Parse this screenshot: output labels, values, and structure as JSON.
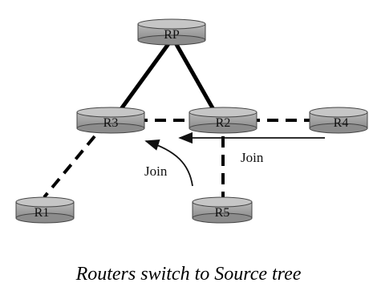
{
  "diagram": {
    "nodes": [
      {
        "id": "RP",
        "label": "RP"
      },
      {
        "id": "R3",
        "label": "R3"
      },
      {
        "id": "R2",
        "label": "R2"
      },
      {
        "id": "R4",
        "label": "R4"
      },
      {
        "id": "R1",
        "label": "R1"
      },
      {
        "id": "R5",
        "label": "R5"
      }
    ],
    "links": [
      {
        "from": "RP",
        "to": "R3",
        "style": "solid"
      },
      {
        "from": "RP",
        "to": "R2",
        "style": "solid"
      },
      {
        "from": "R3",
        "to": "R2",
        "style": "dashed"
      },
      {
        "from": "R2",
        "to": "R4",
        "style": "dashed"
      },
      {
        "from": "R3",
        "to": "R1",
        "style": "dashed"
      },
      {
        "from": "R2",
        "to": "R5",
        "style": "dashed"
      }
    ],
    "join_labels": [
      "Join",
      "Join"
    ],
    "caption": "Routers switch to Source tree"
  }
}
